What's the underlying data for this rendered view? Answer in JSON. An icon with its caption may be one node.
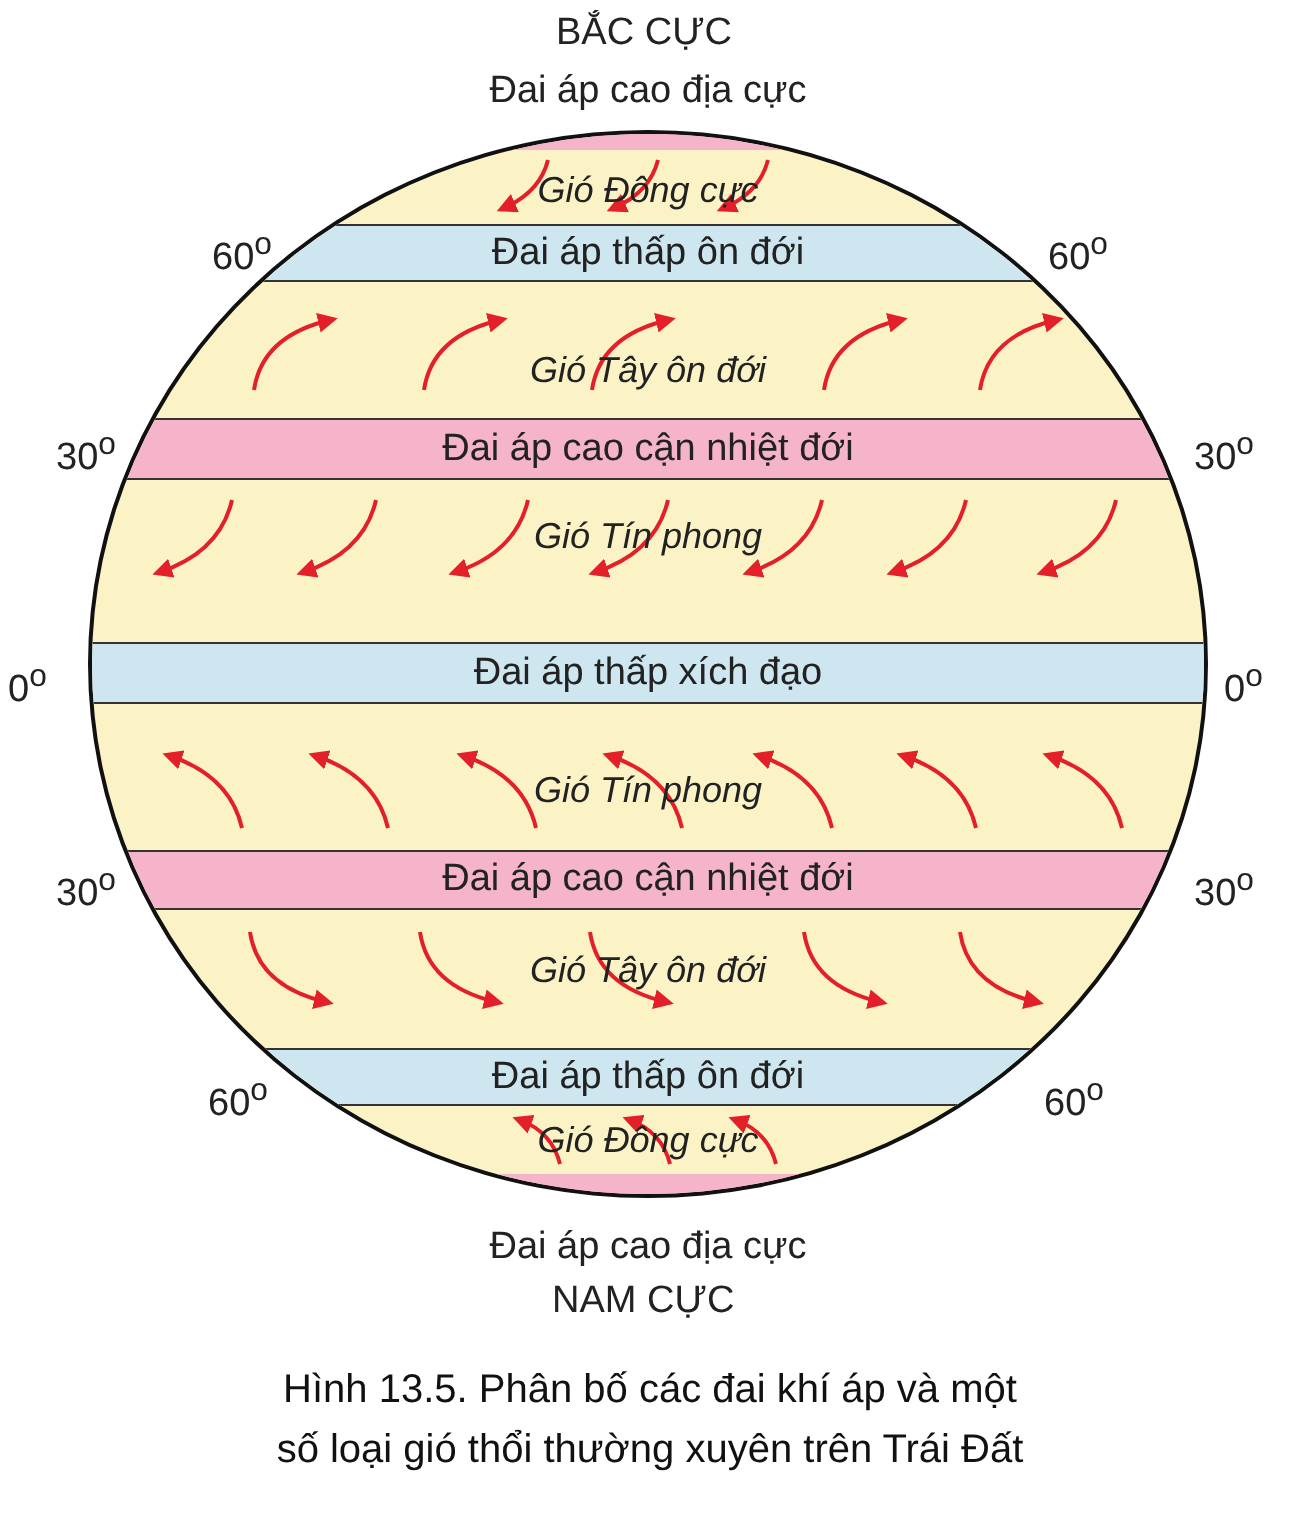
{
  "diagram": {
    "caption": "Hình 13.5. Phân bố các đai khí áp và một số loại gió thổi thường xuyên trên Trái Đất",
    "nodes": [
      {
        "text": [],
        "shape": "circle"
      },
      {
        "text": [
          "Đai áp cao địa cực"
        ],
        "in": 0
      },
      {
        "text": [
          "Gió Đông cực"
        ],
        "in": 0
      },
      {
        "text": [
          "Đai áp thấp ôn đới"
        ],
        "in": 0
      },
      {
        "text": [
          "Gió Tây ôn đới"
        ],
        "in": 0
      },
      {
        "text": [
          "Đai áp cao cận nhiệt đới"
        ],
        "in": 0
      },
      {
        "text": [
          "Gió Tín phong"
        ],
        "in": 0
      },
      {
        "text": [
          "Đai áp thấp xích đạo"
        ],
        "in": 0
      },
      {
        "text": [
          "Gió Tín phong"
        ],
        "in": 0
      },
      {
        "text": [
          "Đai áp cao cận nhiệt đới"
        ],
        "in": 0
      },
      {
        "text": [
          "Gió Tây ôn đới"
        ],
        "in": 0
      },
      {
        "text": [
          "Đai áp thấp ôn đới"
        ],
        "in": 0
      },
      {
        "text": [
          "Gió Đông cực"
        ],
        "in": 0
      },
      {
        "text": [
          "Đai áp cao địa cực"
        ],
        "in": 0
      }
    ],
    "edges": [],
    "labels": [
      "BẮC CỰC",
      "60$^{o}$",
      "60$^{o}$",
      "30$^{o}$",
      "30$^{o}$",
      "0$^{o}$",
      "0$^{o}$",
      "30$^{o}$",
      "30$^{o}$",
      "60$^{o}$",
      "60$^{o}$",
      "NAM CỰC"
    ]
  }
}
